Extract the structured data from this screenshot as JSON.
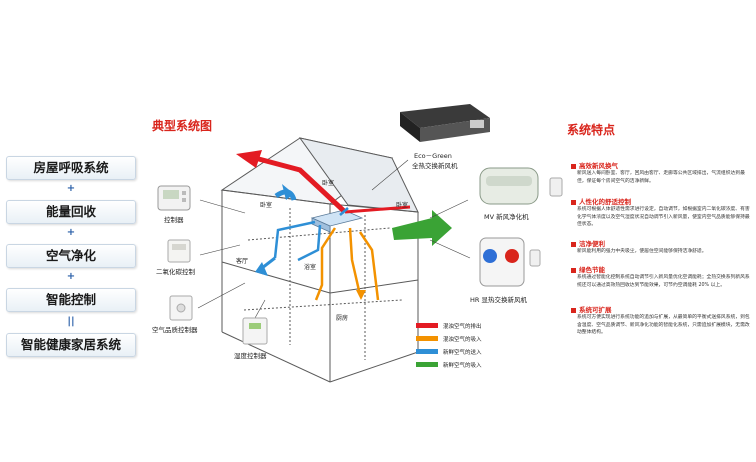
{
  "left_stack": {
    "items": [
      "房屋呼吸系统",
      "能量回收",
      "空气净化",
      "智能控制",
      "智能健康家居系统"
    ],
    "symbols": [
      "+",
      "+",
      "+",
      "||"
    ]
  },
  "diagram": {
    "title": "典型系统图",
    "rooms": [
      "卧室",
      "卧室",
      "卧室",
      "客厅",
      "浴室",
      "厨房"
    ],
    "devices": {
      "controller": "控制器",
      "co2": "二氧化碳控制",
      "air_quality": "空气品质控制器",
      "humidity": "湿度控制器",
      "eco_green": [
        "Eco－Green",
        "全热交换新风机"
      ],
      "mv": "MV 新风净化机",
      "hr": "HR 显热交换新风机"
    },
    "legend": [
      {
        "label": "混浊空气的排出",
        "color": "#e31b23"
      },
      {
        "label": "混浊空气的吸入",
        "color": "#f39200"
      },
      {
        "label": "新鲜空气的送入",
        "color": "#2e8fd6"
      },
      {
        "label": "新鲜空气的吸入",
        "color": "#3aa335"
      }
    ]
  },
  "features": {
    "title": "系统特点",
    "items": [
      {
        "heading": "高效新风换气",
        "text": "新风送入每间卧室、客厅，回风由客厅、走廊等公共区域排出，气流组织达到最佳，保证每个房间空气的洁净新鲜。"
      },
      {
        "heading": "人性化的舒适控制",
        "text": "系统可根据人体舒适性需求进行设定，自动调节，如根据室内二氧化碳浓度、有害化学气体浓度以及空气湿度状况自动调节引入新风量，使室内空气品质能够保持最佳状态。"
      },
      {
        "heading": "洁净便利",
        "text": "新风能利用的强力中央吸尘，使居住空间能够保持洁净舒适。"
      },
      {
        "heading": "绿色节能",
        "text": "系统通过智能化控制系统自动调节引入新风量优化空调能耗；全热交换系列新风系统还可以通过高效热回收达到节能效果，可节约空调能耗 20% 以上。"
      },
      {
        "heading": "系统可扩展",
        "text": "系统可方便实现进行系统功能的追加与扩展，从最简单的平衡式送排风系统，到包含温度、空气品质调节、新风净化功能的智能化系统，只需追加扩展模块，无需改动整体结构。"
      }
    ]
  }
}
